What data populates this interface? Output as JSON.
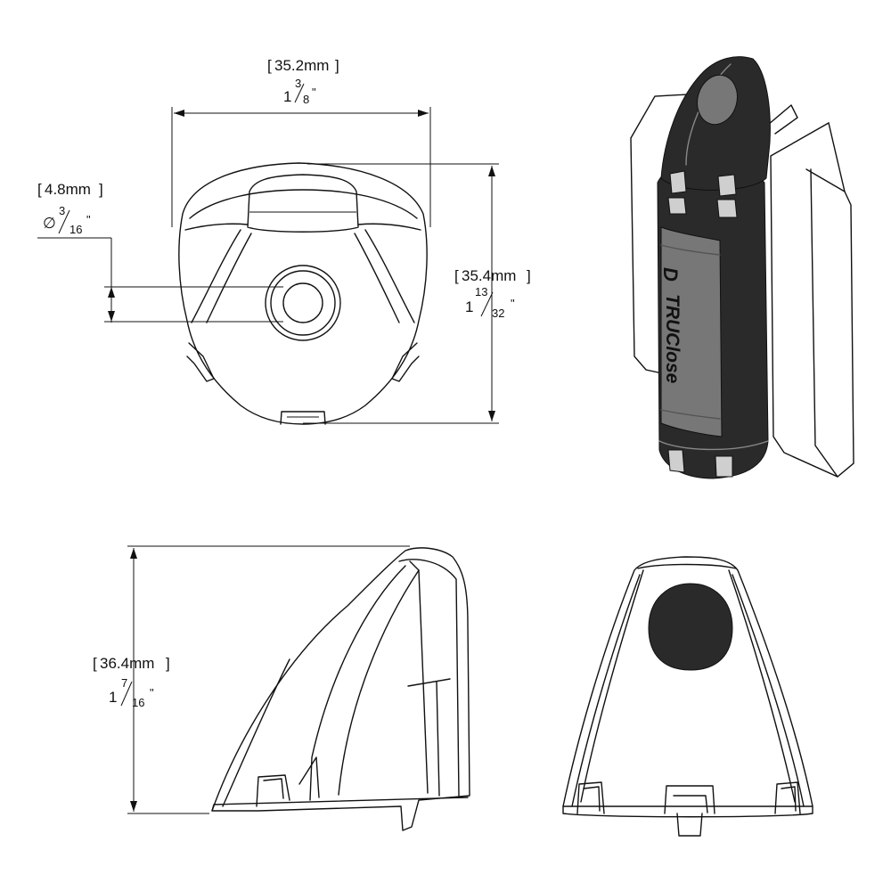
{
  "dimensions": {
    "width": {
      "mm": "35.2mm",
      "whole": "1",
      "num": "3",
      "den": "8",
      "quote": "\""
    },
    "hole": {
      "mm": "4.8mm",
      "diameter_symbol": "∅",
      "num": "3",
      "den": "16",
      "quote": "\""
    },
    "height": {
      "mm": "35.4mm",
      "whole": "1",
      "num": "13",
      "den": "32",
      "quote": "\""
    },
    "depth": {
      "mm": "36.4mm",
      "whole": "1",
      "num": "7",
      "den": "16",
      "quote": "\""
    }
  },
  "product": {
    "brand_mark": "D",
    "label_text": "TRUClose"
  },
  "colors": {
    "line": "#111111",
    "body_dark": "#2a2a2a",
    "label_grey": "#777777",
    "background": "#ffffff"
  }
}
